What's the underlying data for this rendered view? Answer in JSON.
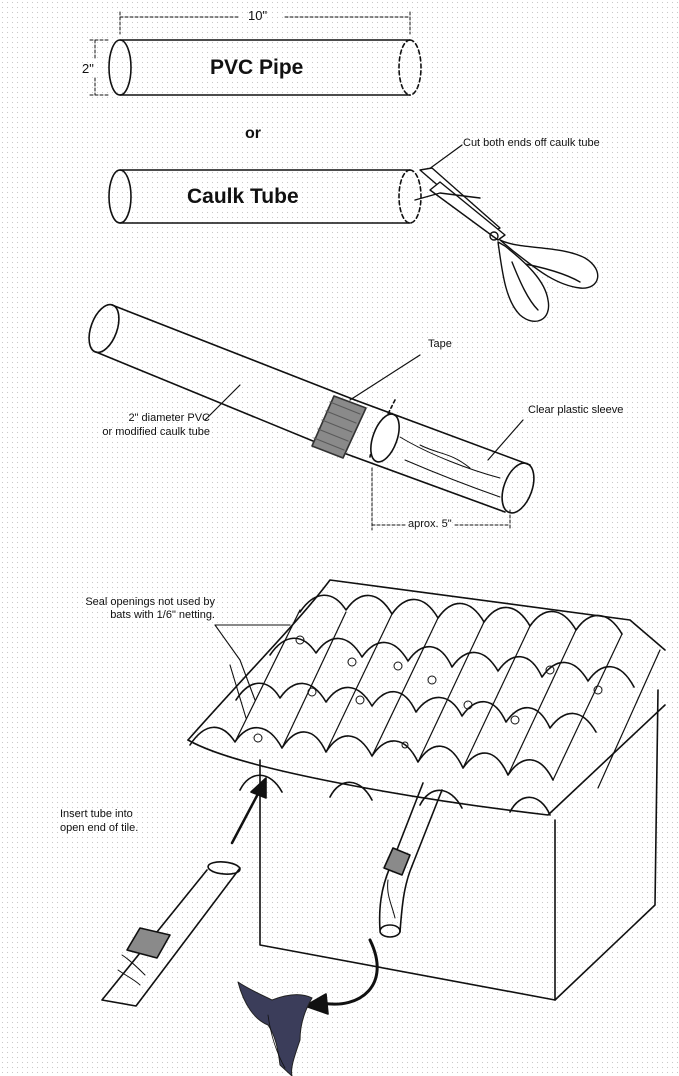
{
  "top": {
    "dim_length": "10\"",
    "dim_diameter": "2\"",
    "pvc_label": "PVC Pipe",
    "or_label": "or",
    "caulk_label": "Caulk Tube",
    "cut_note": "Cut both ends off caulk tube"
  },
  "assembly": {
    "tape_label": "Tape",
    "pvc_note_line1": "2\" diameter PVC",
    "pvc_note_line2": "or modified caulk tube",
    "sleeve_label": "Clear plastic sleeve",
    "length_label": "aprox. 5\""
  },
  "roof": {
    "seal_note_line1": "Seal openings not used by",
    "seal_note_line2": "bats with 1/6\" netting.",
    "insert_note_line1": "Insert tube into",
    "insert_note_line2": "open end of tile."
  },
  "colors": {
    "line": "#111111",
    "tape": "#8a8a8a",
    "bat": "#3b3d5a"
  }
}
